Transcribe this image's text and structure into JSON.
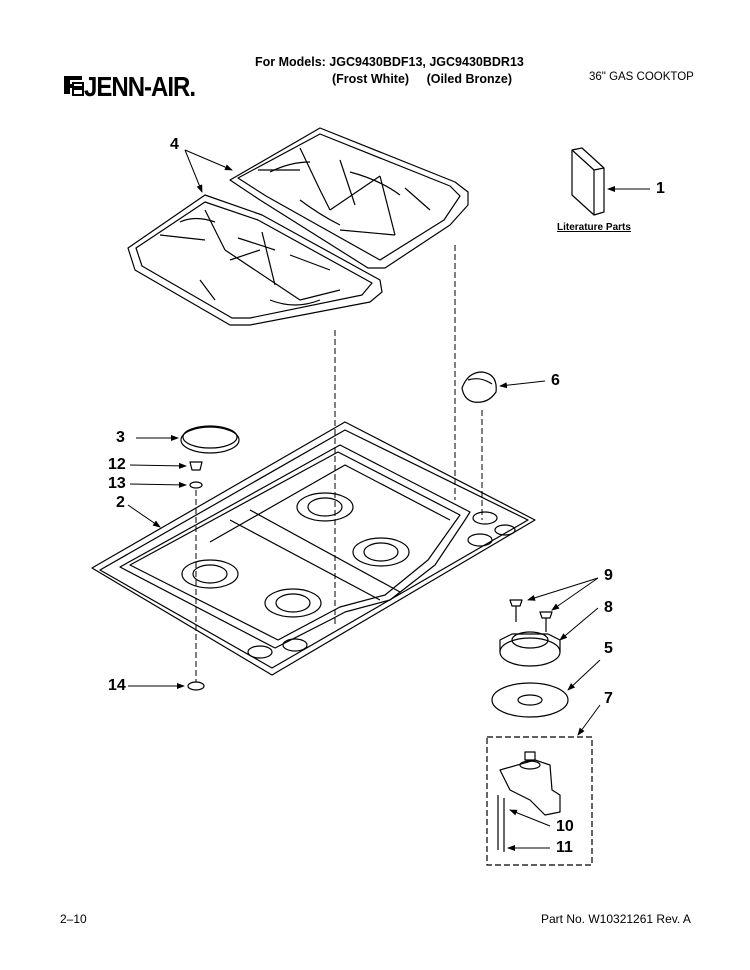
{
  "header": {
    "models_line": "For Models: JGC9430BDF13, JGC9430BDR13",
    "color_1": "(Frost White)",
    "color_2": "(Oiled Bronze)",
    "product": "36\" GAS COOKTOP",
    "brand": "JENN-AIR."
  },
  "diagram": {
    "literature_label": "Literature Parts",
    "callouts": {
      "c1": "1",
      "c2": "2",
      "c3": "3",
      "c4": "4",
      "c5": "5",
      "c6": "6",
      "c7": "7",
      "c8": "8",
      "c9": "9",
      "c10": "10",
      "c11": "11",
      "c12": "12",
      "c13": "13",
      "c14": "14"
    }
  },
  "footer": {
    "page": "2–10",
    "part_number": "Part No. W10321261 Rev. A"
  }
}
